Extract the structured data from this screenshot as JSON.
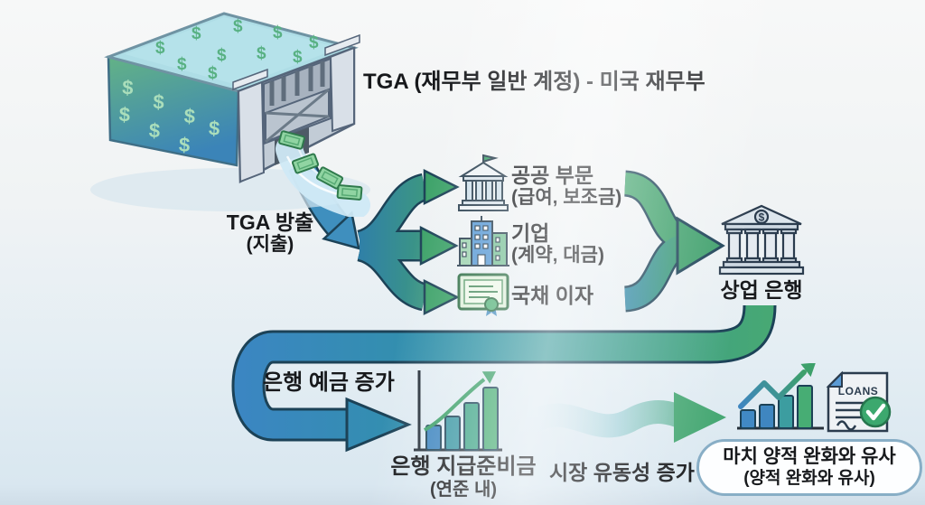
{
  "title": "TGA (재무부 일반 계정) - 미국 재무부",
  "dam": {
    "icon": "money-reservoir-dam",
    "dollar_sign": "$",
    "label": "TGA 방출",
    "sublabel": "(지출)"
  },
  "branches": [
    {
      "icon": "government-building-icon",
      "label": "공공 부문",
      "sublabel": "(급여, 보조금)"
    },
    {
      "icon": "office-buildings-icon",
      "label": "기업",
      "sublabel": "(계약, 대금)"
    },
    {
      "icon": "bond-certificate-icon",
      "label": "국채 이자"
    }
  ],
  "bank": {
    "icon": "commercial-bank-icon",
    "label": "상업 은행",
    "dollar_sign": "$"
  },
  "bottom_flow": {
    "deposits_label": "은행 예금 증가",
    "reserves_label": "은행 지급준비금",
    "reserves_sublabel": "(연준 내)",
    "reserves_icon": "rising-bars-chart-icon",
    "liquidity_label": "시장 유동성 증가",
    "market_icon": "market-growth-chart-icon",
    "loans_icon": "loans-document-check-icon",
    "loans_label": "LOANS",
    "qe_line1": "마치 양적 완화와 유사",
    "qe_line2": "(양적 완화와 유사)"
  },
  "colors": {
    "arrow_blue": "#3f8fbe",
    "arrow_teal": "#2e86a8",
    "arrow_green": "#3fa06c",
    "outline_navy": "#1c4257",
    "ink": "#17191c",
    "background_top": "#f7f8f8",
    "background_bottom": "#d9e7f0"
  }
}
